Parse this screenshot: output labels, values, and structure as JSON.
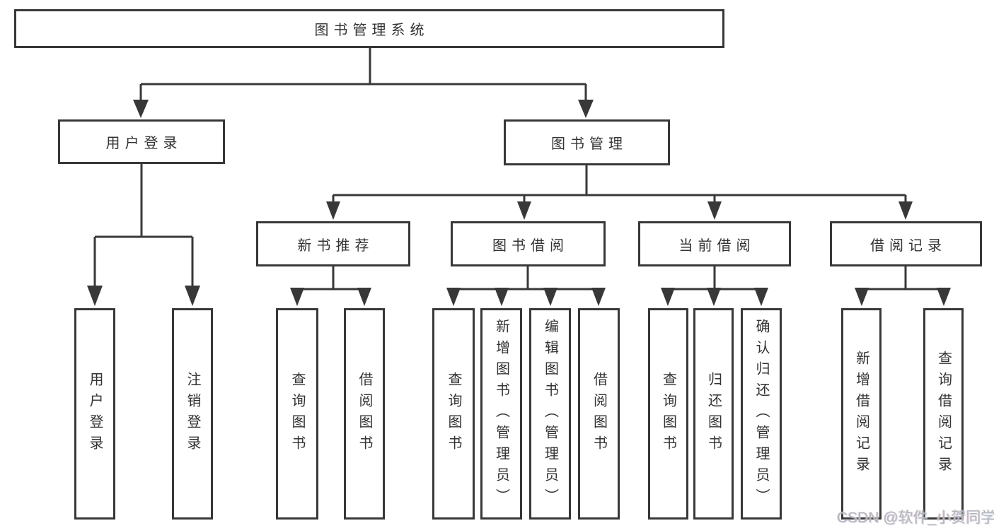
{
  "tree": {
    "label": "图书管理系统",
    "children": [
      {
        "label": "用户登录",
        "children": [
          {
            "label": "用户登录"
          },
          {
            "label": "注销登录"
          }
        ]
      },
      {
        "label": "图书管理",
        "children": [
          {
            "label": "新书推荐",
            "children": [
              {
                "label": "查询图书"
              },
              {
                "label": "借阅图书"
              }
            ]
          },
          {
            "label": "图书借阅",
            "children": [
              {
                "label": "查询图书"
              },
              {
                "label": "新增图书（管理员）"
              },
              {
                "label": "编辑图书（管理员）"
              },
              {
                "label": "借阅图书"
              }
            ]
          },
          {
            "label": "当前借阅",
            "children": [
              {
                "label": "查询图书"
              },
              {
                "label": "归还图书"
              },
              {
                "label": "确认归还（管理员）"
              }
            ]
          },
          {
            "label": "借阅记录",
            "children": [
              {
                "label": "新增借阅记录"
              },
              {
                "label": "查询借阅记录"
              }
            ]
          }
        ]
      }
    ]
  },
  "watermark": {
    "text": "CSDN @软件_小贺同学"
  },
  "colors": {
    "line": "#383838",
    "text": "#333333",
    "box_background": "#ffffff",
    "watermark": "#b2b6ba"
  }
}
